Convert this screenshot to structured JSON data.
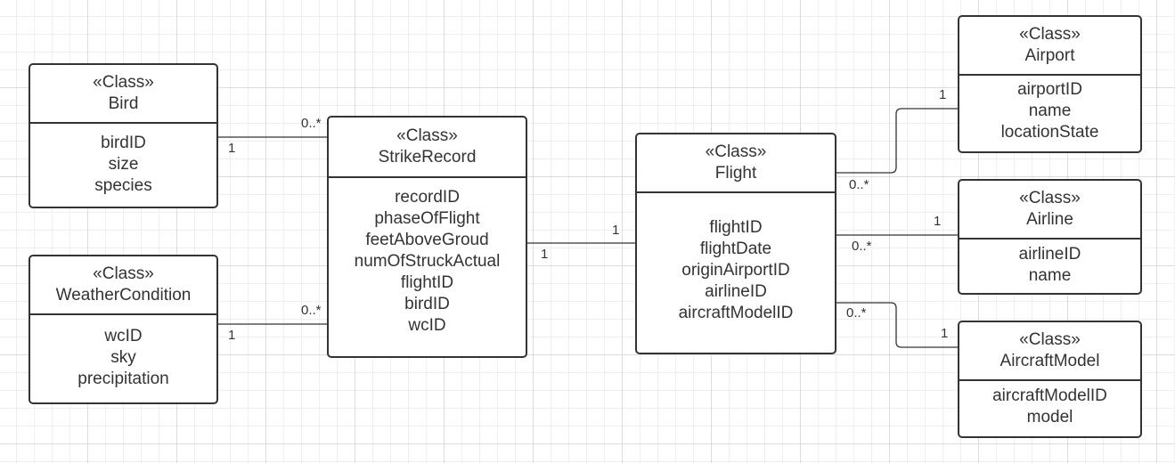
{
  "classes": {
    "bird": {
      "stereotype": "«Class»",
      "name": "Bird",
      "attributes": [
        "birdID",
        "size",
        "species"
      ]
    },
    "weather_condition": {
      "stereotype": "«Class»",
      "name": "WeatherCondition",
      "attributes": [
        "wcID",
        "sky",
        "precipitation"
      ]
    },
    "strike_record": {
      "stereotype": "«Class»",
      "name": "StrikeRecord",
      "attributes": [
        "recordID",
        "phaseOfFlight",
        "feetAboveGroud",
        "numOfStruckActual",
        "flightID",
        "birdID",
        "wcID"
      ]
    },
    "flight": {
      "stereotype": "«Class»",
      "name": "Flight",
      "attributes": [
        "flightID",
        "flightDate",
        "originAirportID",
        "airlineID",
        "aircraftModelID"
      ]
    },
    "airport": {
      "stereotype": "«Class»",
      "name": "Airport",
      "attributes": [
        "airportID",
        "name",
        "locationState"
      ]
    },
    "airline": {
      "stereotype": "«Class»",
      "name": "Airline",
      "attributes": [
        "airlineID",
        "name"
      ]
    },
    "aircraft_model": {
      "stereotype": "«Class»",
      "name": "AircraftModel",
      "attributes": [
        "aircraftModelID",
        "model"
      ]
    }
  },
  "associations": {
    "bird_strike": {
      "bird_end": "1",
      "strike_end": "0..*"
    },
    "weather_strike": {
      "weather_end": "1",
      "strike_end": "0..*"
    },
    "strike_flight": {
      "strike_end": "1",
      "flight_end": "1"
    },
    "flight_airport": {
      "flight_end": "0..*",
      "airport_end": "1"
    },
    "flight_airline": {
      "flight_end": "0..*",
      "airline_end": "1"
    },
    "flight_aircraft_model": {
      "flight_end": "0..*",
      "aircraft_model_end": "1"
    }
  },
  "colors": {
    "line": "#333333",
    "box_fill": "#ffffff",
    "grid": "#dcdcdc"
  }
}
